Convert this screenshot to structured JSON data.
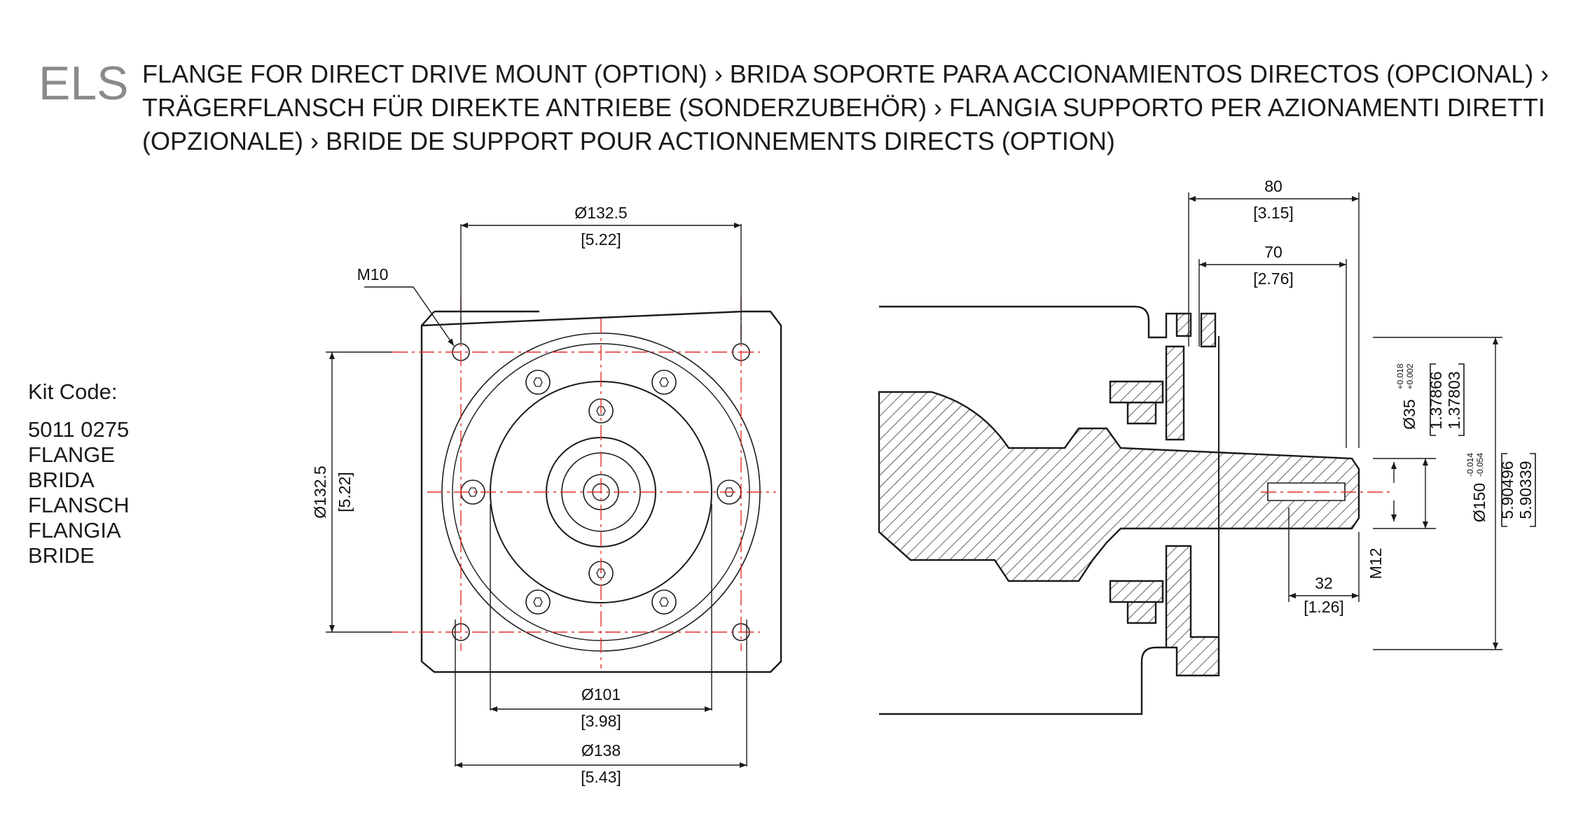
{
  "header": {
    "code": "ELS",
    "title": "FLANGE FOR DIRECT DRIVE MOUNT (OPTION) › BRIDA SOPORTE PARA ACCIONAMIENTOS DIRECTOS (OPCIONAL) ›  TRÄGERFLANSCH FÜR DIREKTE ANTRIEBE (SONDERZUBEHÖR) › FLANGIA SUPPORTO PER AZIONAMENTI DIRETTI (OPZIONALE) › BRIDE DE SUPPORT POUR ACTIONNEMENTS DIRECTS (OPTION)"
  },
  "kit": {
    "label": "Kit Code:",
    "number": "5011 0275",
    "names": [
      "FLANGE",
      "BRIDA",
      "FLANSCH",
      "FLANGIA",
      "BRIDE"
    ]
  },
  "front_view": {
    "thread_label": "M10",
    "dims": [
      {
        "id": "bolt-circle-x",
        "metric": "Ø132.5",
        "imperial": "[5.22]"
      },
      {
        "id": "bolt-circle-y",
        "metric": "Ø132.5",
        "imperial": "[5.22]"
      },
      {
        "id": "pilot",
        "metric": "Ø101",
        "imperial": "[3.98]"
      },
      {
        "id": "outer",
        "metric": "Ø138",
        "imperial": "[5.43]"
      }
    ]
  },
  "side_view": {
    "dims": [
      {
        "id": "length-80",
        "metric": "80",
        "imperial": "[3.15]"
      },
      {
        "id": "length-70",
        "metric": "70",
        "imperial": "[2.76]"
      },
      {
        "id": "thread-depth",
        "metric": "32",
        "imperial": "[1.26]"
      }
    ],
    "thread_label": "M12",
    "shaft": {
      "metric": "Ø35",
      "tol_upper": "+0.018",
      "tol_lower": "+0.002",
      "imperial_max": "1.37866",
      "imperial_min": "1.37803"
    },
    "flange": {
      "metric": "Ø150",
      "tol_upper": "-0.014",
      "tol_lower": "-0.054",
      "imperial_max": "5.90496",
      "imperial_min": "5.90339"
    }
  },
  "colors": {
    "line": "#1a1a1a",
    "centerline": "#e0302a",
    "title_code": "#8a8a8a"
  }
}
